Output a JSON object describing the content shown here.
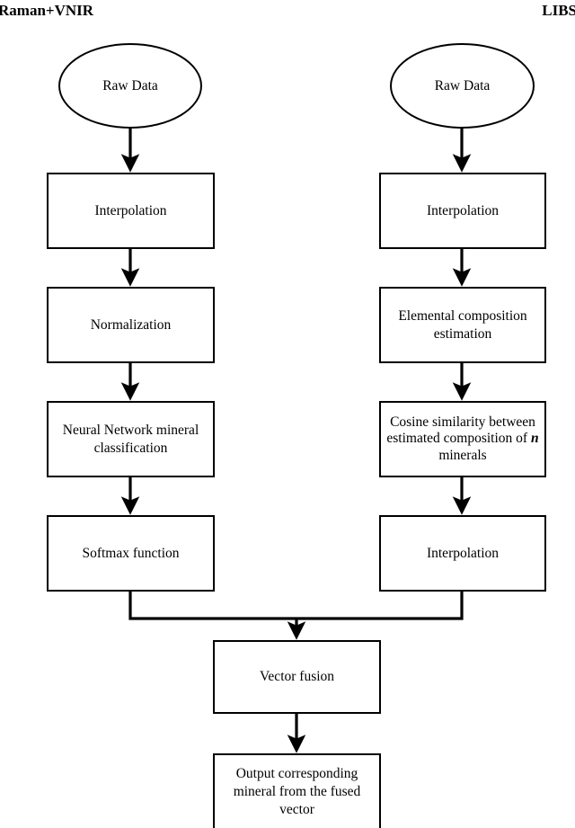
{
  "diagram": {
    "title_left": "Raman+VNIR",
    "title_right": "LIBS",
    "colors": {
      "stroke": "#000000",
      "fill": "#ffffff",
      "text": "#000000"
    },
    "left_branch": [
      {
        "id": "raw-data-left",
        "shape": "ellipse",
        "label": "Raw Data"
      },
      {
        "id": "interpolation-left",
        "shape": "box",
        "label": "Interpolation"
      },
      {
        "id": "normalization",
        "shape": "box",
        "label": "Normalization"
      },
      {
        "id": "nn-classification",
        "shape": "box",
        "label": "Neural Network mineral classification"
      },
      {
        "id": "softmax-function",
        "shape": "box",
        "label": "Softmax function"
      }
    ],
    "right_branch": [
      {
        "id": "raw-data-right",
        "shape": "ellipse",
        "label": "Raw Data"
      },
      {
        "id": "interpolation-right-1",
        "shape": "box",
        "label": "Interpolation"
      },
      {
        "id": "elemental-composition",
        "shape": "box",
        "label": "Elemental composition estimation"
      },
      {
        "id": "cosine-similarity",
        "shape": "box",
        "label_part1": "Cosine similarity between estimated composition of ",
        "label_var": "n",
        "label_part2": " minerals"
      },
      {
        "id": "interpolation-right-2",
        "shape": "box",
        "label": "Interpolation"
      }
    ],
    "merged_branch": [
      {
        "id": "vector-fusion",
        "shape": "box",
        "label": "Vector fusion"
      },
      {
        "id": "output-mineral",
        "shape": "box",
        "label": "Output corresponding mineral from the fused vector"
      }
    ]
  }
}
